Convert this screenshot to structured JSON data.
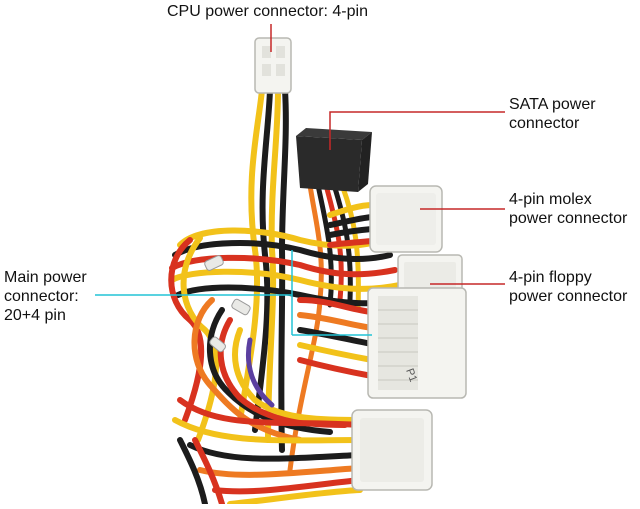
{
  "callouts": {
    "cpu": {
      "line1": "CPU power connector: 4-pin"
    },
    "sata": {
      "line1": "SATA power",
      "line2": "connector"
    },
    "molex": {
      "line1": "4-pin molex",
      "line2": "power connector"
    },
    "floppy": {
      "line1": "4-pin floppy",
      "line2": "power connector"
    },
    "main": {
      "line1": "Main power",
      "line2": "connector:",
      "line3": "20+4 pin"
    }
  },
  "connector_marks": {
    "p1": "P1"
  },
  "colors": {
    "callout_red": "#c62828",
    "callout_cyan": "#22c3d6",
    "wire_yellow": "#f2c21a",
    "wire_red": "#d8321f",
    "wire_orange": "#ee7a22",
    "wire_black": "#1c1c1c",
    "wire_purple": "#5b3fa0",
    "connector_white": "#f4f4f0",
    "connector_black": "#2a2a2a"
  }
}
